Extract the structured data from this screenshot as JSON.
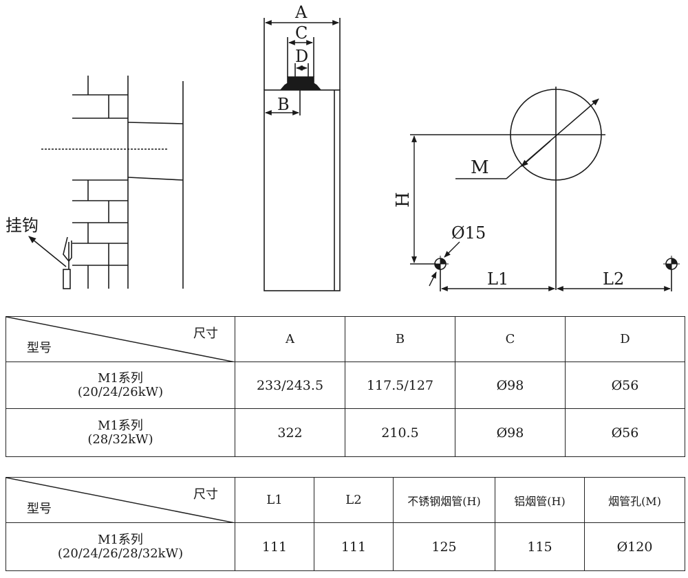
{
  "diagram": {
    "dim_A": "A",
    "dim_B": "B",
    "dim_C": "C",
    "dim_D": "D",
    "hook_label": "挂钩",
    "dim_M": "M",
    "dim_H": "H",
    "hole_dia": "Ø15",
    "dim_L1": "L1",
    "dim_L2": "L2"
  },
  "table1": {
    "corner_size": "尺寸",
    "corner_model": "型号",
    "headers": [
      "A",
      "B",
      "C",
      "D"
    ],
    "rows": [
      {
        "model_line1": "M1系列",
        "model_line2": "(20/24/26kW)",
        "cells": [
          "233/243.5",
          "117.5/127",
          "Ø98",
          "Ø56"
        ]
      },
      {
        "model_line1": "M1系列",
        "model_line2": "(28/32kW)",
        "cells": [
          "322",
          "210.5",
          "Ø98",
          "Ø56"
        ]
      }
    ]
  },
  "table2": {
    "corner_size": "尺寸",
    "corner_model": "型号",
    "headers": [
      "L1",
      "L2",
      "不锈钢烟管(H)",
      "铝烟管(H)",
      "烟管孔(M)"
    ],
    "rows": [
      {
        "model_line1": "M1系列",
        "model_line2": "(20/24/26/28/32kW)",
        "cells": [
          "111",
          "111",
          "125",
          "115",
          "Ø120"
        ]
      }
    ]
  }
}
